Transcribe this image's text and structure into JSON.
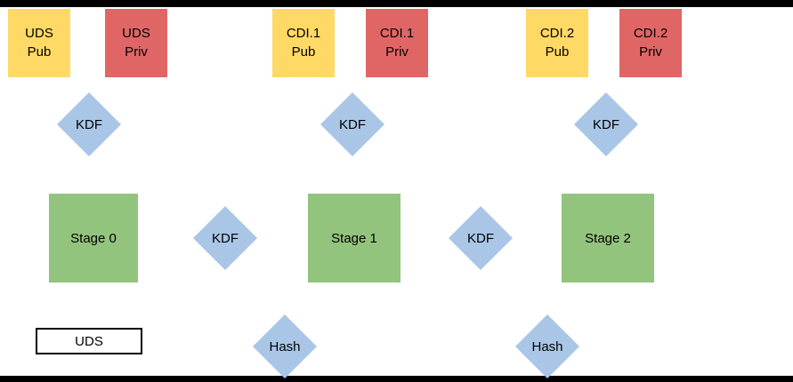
{
  "diagram": {
    "keys": [
      {
        "line1": "UDS",
        "line2": "Pub"
      },
      {
        "line1": "UDS",
        "line2": "Priv"
      },
      {
        "line1": "CDI.1",
        "line2": "Pub"
      },
      {
        "line1": "CDI.1",
        "line2": "Priv"
      },
      {
        "line1": "CDI.2",
        "line2": "Pub"
      },
      {
        "line1": "CDI.2",
        "line2": "Priv"
      }
    ],
    "kdf_label": "KDF",
    "hash_label": "Hash",
    "stages": [
      {
        "label": "Stage 0"
      },
      {
        "label": "Stage 1"
      },
      {
        "label": "Stage 2"
      }
    ],
    "uds_box": {
      "label": "UDS"
    },
    "colors": {
      "pub_key_fill": "#ffd966",
      "priv_key_fill": "#e06666",
      "stage_fill": "#93c47d",
      "diamond_fill": "#a9c6e6",
      "uds_fill": "#ffffff",
      "text": "#000000",
      "edge_bar": "#000000"
    }
  }
}
